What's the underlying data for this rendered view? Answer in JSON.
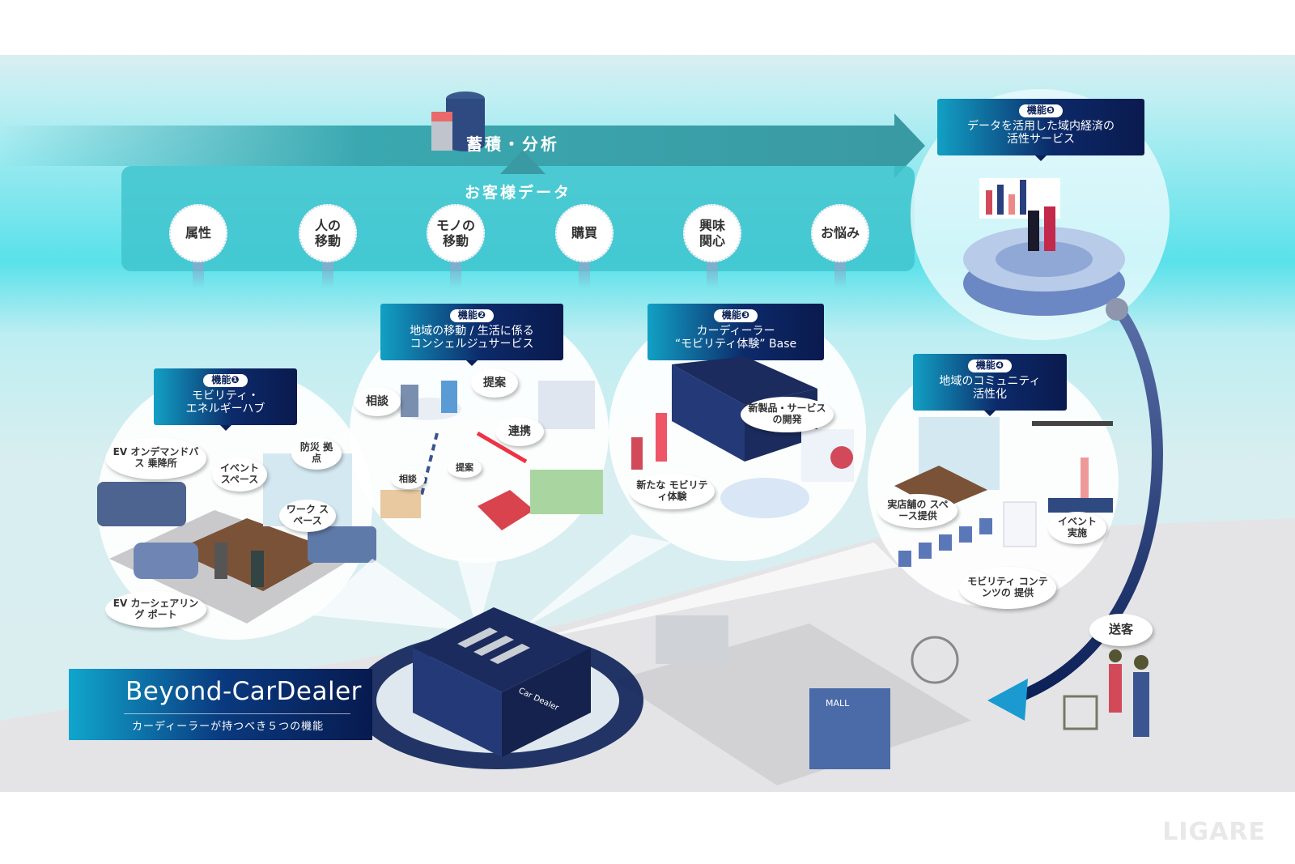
{
  "data_flow": {
    "store_analyze": "蓄積・分析",
    "customer_data": "お客様データ",
    "categories": [
      {
        "line1": "属性",
        "line2": ""
      },
      {
        "line1": "人の",
        "line2": "移動"
      },
      {
        "line1": "モノの",
        "line2": "移動"
      },
      {
        "line1": "購買",
        "line2": ""
      },
      {
        "line1": "興味",
        "line2": "関心"
      },
      {
        "line1": "お悩み",
        "line2": ""
      }
    ]
  },
  "functions": [
    {
      "tag": "機能❶",
      "line1": "モビリティ・",
      "line2": "エネルギーハブ",
      "bubbles": [
        "EV オンデマンドバス 乗降所",
        "イベント スペース",
        "防災 拠点",
        "ワーク スペース",
        "EV カーシェアリング ポート"
      ]
    },
    {
      "tag": "機能❷",
      "line1": "地域の移動 / 生活に係る",
      "line2": "コンシェルジュサービス",
      "bubbles": [
        "相談",
        "提案",
        "連携",
        "相談",
        "提案"
      ]
    },
    {
      "tag": "機能❸",
      "line1": "カーディーラー",
      "line2": "“モビリティ体験” Base",
      "bubbles": [
        "新製品・サービス の開発",
        "新たな モビリティ体験"
      ]
    },
    {
      "tag": "機能❹",
      "line1": "地域のコミュニティ",
      "line2": "活性化",
      "bubbles": [
        "実店舗の スペース提供",
        "イベント 実施",
        "モビリティ コンテンツの 提供"
      ]
    },
    {
      "tag": "機能❺",
      "line1": "データを活用した域内経済の",
      "line2": "活性サービス",
      "bubbles": []
    }
  ],
  "send_customers": "送客",
  "banner": {
    "title": "Beyond-CarDealer",
    "subtitle": "カーディーラーが持つべき５つの機能"
  },
  "building_sign": "Car Dealer",
  "mall_sign": "MALL",
  "watermark": "LIGARE",
  "colors": {
    "navy": "#0b2057",
    "teal": "#40c4ce",
    "cyan": "#10a6cc"
  }
}
